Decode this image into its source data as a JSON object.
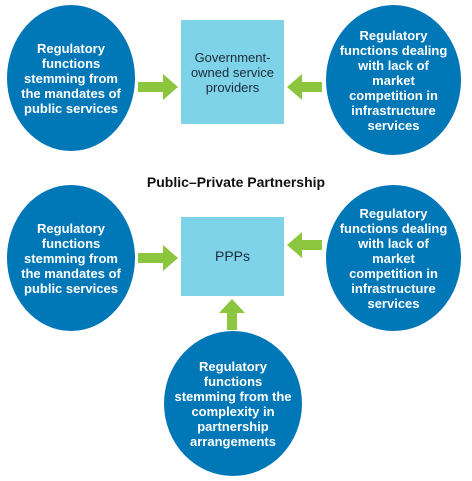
{
  "colors": {
    "circle_fill": "#0077B6",
    "box_fill": "#7FD3E9",
    "arrow": "#8CC63F",
    "box_text": "#1B2A3A",
    "heading_text": "#111111"
  },
  "top_section": {
    "left_circle": "Regulatory functions stemming from the mandates of public services",
    "box": "Government-owned service providers",
    "right_circle": "Regulatory functions dealing with lack of market competition in infrastructure services"
  },
  "heading": "Public–Private Partnership",
  "bottom_section": {
    "left_circle": "Regulatory functions stemming from the mandates of public services",
    "box": "PPPs",
    "right_circle": "Regulatory functions dealing with lack of market competition in infrastructure services",
    "bottom_circle": "Regulatory functions stemming from the complexity in partnership arrangements"
  }
}
